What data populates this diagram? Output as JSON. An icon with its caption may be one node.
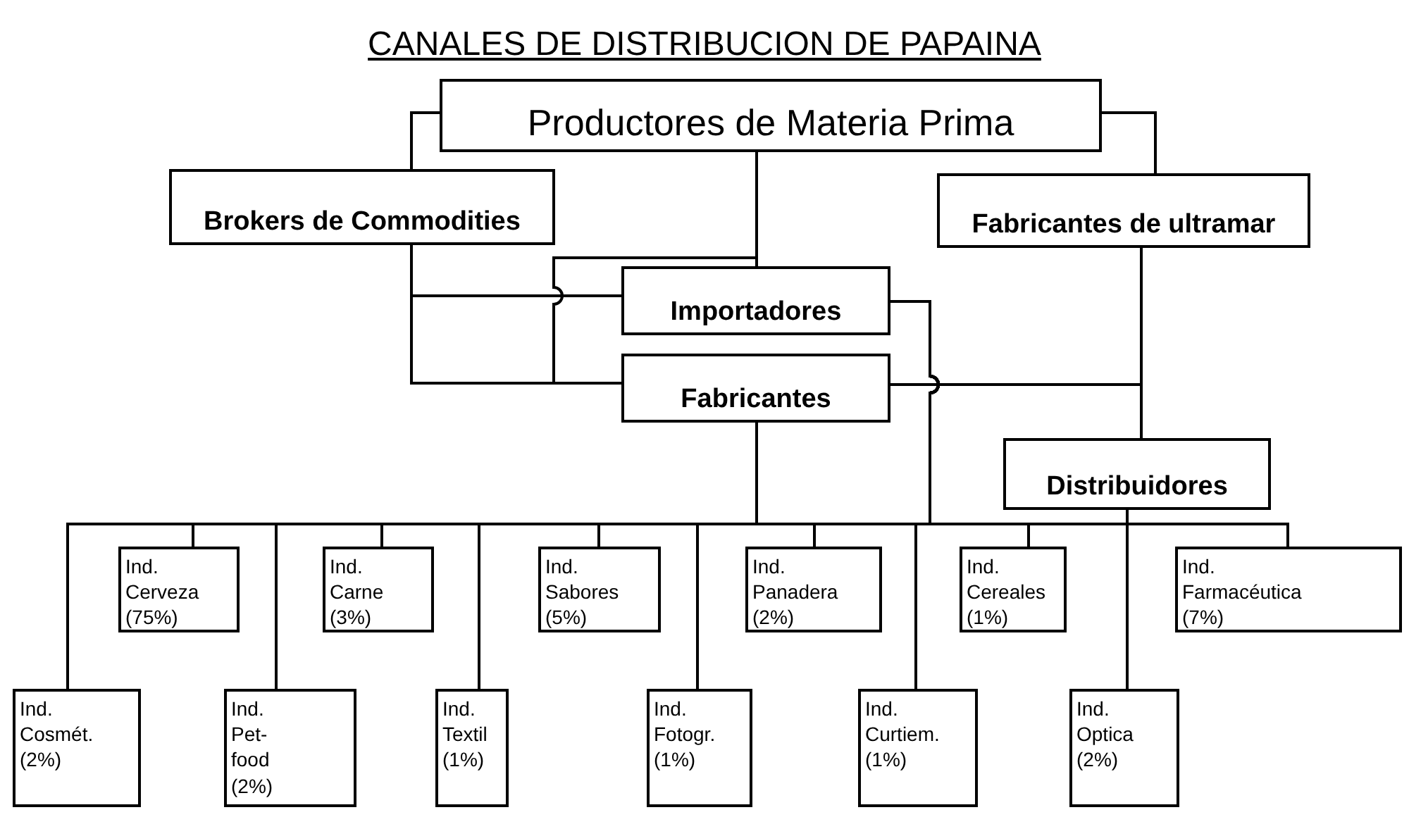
{
  "diagram": {
    "title": "CANALES DE DISTRIBUCION DE PAPAINA",
    "nodes": [
      {
        "text": [
          "Productores de Materia Prima"
        ]
      },
      {
        "text": [
          "Brokers de Commodities"
        ]
      },
      {
        "text": [
          "Fabricantes de ultramar"
        ]
      },
      {
        "text": [
          "Importadores"
        ]
      },
      {
        "text": [
          "Fabricantes"
        ]
      },
      {
        "text": [
          "Distribuidores"
        ]
      },
      {
        "text": [
          "Ind. Cerveza (75%)"
        ]
      },
      {
        "text": [
          "Ind. Carne (3%)"
        ]
      },
      {
        "text": [
          "Ind. Sabores (5%)"
        ]
      },
      {
        "text": [
          "Ind. Panadera (2%)"
        ]
      },
      {
        "text": [
          "Ind. Cereales (1%)"
        ]
      },
      {
        "text": [
          "Ind. Farmacéutica (7%)"
        ]
      },
      {
        "text": [
          "Ind. Cosmét. (2%)"
        ]
      },
      {
        "text": [
          "Ind. Pet-food (2%)"
        ]
      },
      {
        "text": [
          "Ind. Textil (1%)"
        ]
      },
      {
        "text": [
          "Ind. Fotogr. (1%)"
        ]
      },
      {
        "text": [
          "Ind. Curtiem. (1%)"
        ]
      },
      {
        "text": [
          "Ind. Optica (2%)"
        ]
      }
    ],
    "edges": [
      {
        "from": 0,
        "to": 1,
        "arrow": "none"
      },
      {
        "from": 0,
        "to": 2,
        "arrow": "none"
      },
      {
        "from": 0,
        "to": 3,
        "arrow": "none"
      },
      {
        "from": 0,
        "to": 4,
        "arrow": "none"
      },
      {
        "from": 1,
        "to": 3,
        "arrow": "none"
      },
      {
        "from": 1,
        "to": 4,
        "arrow": "none"
      },
      {
        "from": 2,
        "to": 4,
        "arrow": "none"
      },
      {
        "from": 2,
        "to": 5,
        "arrow": "none"
      },
      {
        "from": 3,
        "to": 6,
        "arrow": "none"
      },
      {
        "from": 3,
        "to": 7,
        "arrow": "none"
      },
      {
        "from": 3,
        "to": 8,
        "arrow": "none"
      },
      {
        "from": 3,
        "to": 9,
        "arrow": "none"
      },
      {
        "from": 3,
        "to": 10,
        "arrow": "none"
      },
      {
        "from": 3,
        "to": 11,
        "arrow": "none"
      },
      {
        "from": 3,
        "to": 12,
        "arrow": "none"
      },
      {
        "from": 3,
        "to": 13,
        "arrow": "none"
      },
      {
        "from": 3,
        "to": 14,
        "arrow": "none"
      },
      {
        "from": 3,
        "to": 15,
        "arrow": "none"
      },
      {
        "from": 3,
        "to": 16,
        "arrow": "none"
      },
      {
        "from": 3,
        "to": 17,
        "arrow": "none"
      },
      {
        "from": 4,
        "to": 6,
        "arrow": "none"
      },
      {
        "from": 4,
        "to": 7,
        "arrow": "none"
      },
      {
        "from": 4,
        "to": 8,
        "arrow": "none"
      },
      {
        "from": 4,
        "to": 9,
        "arrow": "none"
      },
      {
        "from": 4,
        "to": 10,
        "arrow": "none"
      },
      {
        "from": 4,
        "to": 11,
        "arrow": "none"
      },
      {
        "from": 4,
        "to": 12,
        "arrow": "none"
      },
      {
        "from": 4,
        "to": 13,
        "arrow": "none"
      },
      {
        "from": 4,
        "to": 14,
        "arrow": "none"
      },
      {
        "from": 4,
        "to": 15,
        "arrow": "none"
      },
      {
        "from": 4,
        "to": 16,
        "arrow": "none"
      },
      {
        "from": 4,
        "to": 17,
        "arrow": "none"
      },
      {
        "from": 5,
        "to": 6,
        "arrow": "none"
      },
      {
        "from": 5,
        "to": 7,
        "arrow": "none"
      },
      {
        "from": 5,
        "to": 8,
        "arrow": "none"
      },
      {
        "from": 5,
        "to": 9,
        "arrow": "none"
      },
      {
        "from": 5,
        "to": 10,
        "arrow": "none"
      },
      {
        "from": 5,
        "to": 11,
        "arrow": "none"
      },
      {
        "from": 5,
        "to": 12,
        "arrow": "none"
      },
      {
        "from": 5,
        "to": 13,
        "arrow": "none"
      },
      {
        "from": 5,
        "to": 14,
        "arrow": "none"
      },
      {
        "from": 5,
        "to": 15,
        "arrow": "none"
      },
      {
        "from": 5,
        "to": 16,
        "arrow": "none"
      },
      {
        "from": 5,
        "to": 17,
        "arrow": "none"
      }
    ]
  }
}
